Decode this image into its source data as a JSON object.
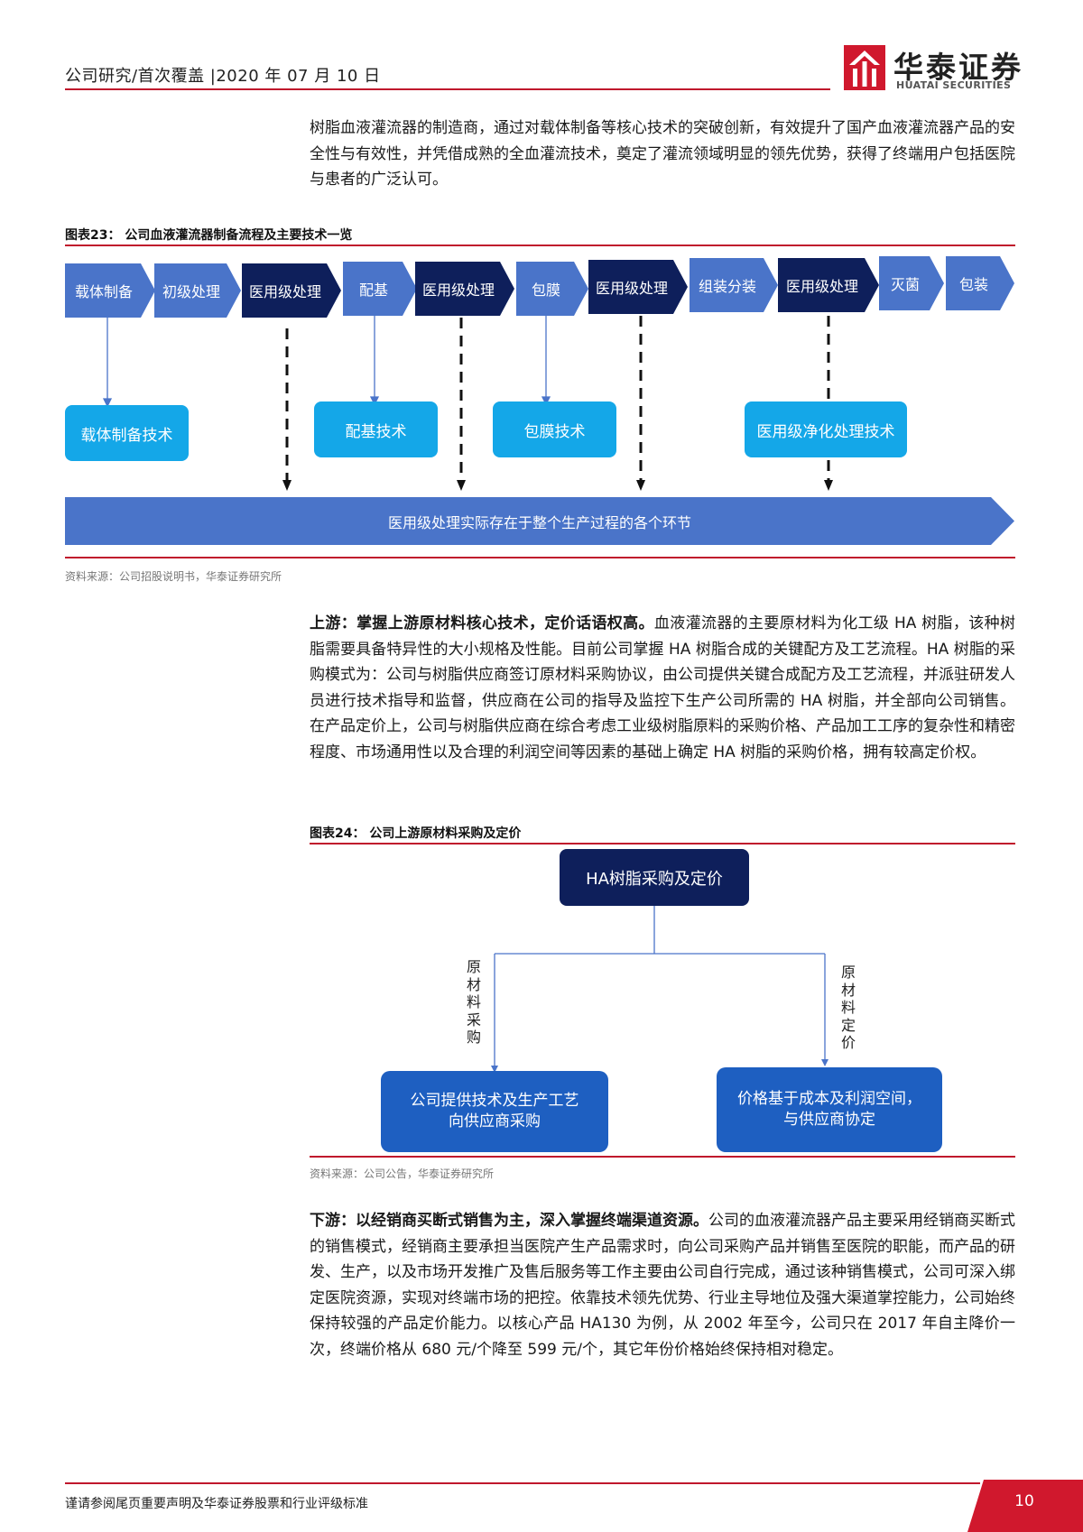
{
  "header": {
    "text": "公司研究/首次覆盖 |2020 年 07 月 10 日",
    "logo_cn": "华泰证券",
    "logo_en": "HUATAI SECURITIES"
  },
  "intro_paragraph": "树脂血液灌流器的制造商，通过对载体制备等核心技术的突破创新，有效提升了国产血液灌流器产品的安全性与有效性，并凭借成熟的全血灌流技术，奠定了灌流领域明显的领先优势，获得了终端用户包括医院与患者的广泛认可。",
  "figure23": {
    "caption": "图表23：   公司血液灌流器制备流程及主要技术一览",
    "steps": [
      "载体制备",
      "初级处理",
      "医用级处理",
      "配基",
      "医用级处理",
      "包膜",
      "医用级处理",
      "组装分装",
      "医用级处理",
      "灭菌",
      "包装"
    ],
    "techs": [
      "载体制备技术",
      "配基技术",
      "包膜技术",
      "医用级净化处理技术"
    ],
    "bar_text": "医用级处理实际存在于整个生产过程的各个环节",
    "source": "资料来源：公司招股说明书，华泰证券研究所"
  },
  "upstream": {
    "bold": "上游：掌握上游原材料核心技术，定价话语权高。",
    "text": "血液灌流器的主要原材料为化工级 HA 树脂，该种树脂需要具备特异性的大小规格及性能。目前公司掌握 HA 树脂合成的关键配方及工艺流程。HA 树脂的采购模式为：公司与树脂供应商签订原材料采购协议，由公司提供关键合成配方及工艺流程，并派驻研发人员进行技术指导和监督，供应商在公司的指导及监控下生产公司所需的 HA 树脂，并全部向公司销售。在产品定价上，公司与树脂供应商在综合考虑工业级树脂原料的采购价格、产品加工工序的复杂性和精密程度、市场通用性以及合理的利润空间等因素的基础上确定 HA 树脂的采购价格，拥有较高定价权。"
  },
  "figure24": {
    "caption": "图表24：   公司上游原材料采购及定价",
    "top": "HA树脂采购及定价",
    "left_label": "原材料采购",
    "right_label": "原材料定价",
    "left_box_line1": "公司提供技术及生产工艺",
    "left_box_line2": "向供应商采购",
    "right_box_line1": "价格基于成本及利润空间，",
    "right_box_line2": "与供应商协定",
    "source": "资料来源：公司公告，华泰证券研究所"
  },
  "downstream": {
    "bold": "下游：以经销商买断式销售为主，深入掌握终端渠道资源。",
    "text": "公司的血液灌流器产品主要采用经销商买断式的销售模式，经销商主要承担当医院产生产品需求时，向公司采购产品并销售至医院的职能，而产品的研发、生产，以及市场开发推广及售后服务等工作主要由公司自行完成，通过该种销售模式，公司可深入绑定医院资源，实现对终端市场的把控。依靠技术领先优势、行业主导地位及强大渠道掌控能力，公司始终保持较强的产品定价能力。以核心产品 HA130 为例，从 2002 年至今，公司只在 2017 年自主降价一次，终端价格从 680 元/个降至 599 元/个，其它年份价格始终保持相对稳定。"
  },
  "footer": {
    "disclaimer": "谨请参阅尾页重要声明及华泰证券股票和行业评级标准",
    "page": "10"
  },
  "colors": {
    "accent_red": "#c0172c",
    "flow_light": "#4a74c9",
    "flow_dark": "#0e1f5b",
    "tech_cyan": "#14a7e8",
    "box_blue": "#1e5fc1"
  }
}
